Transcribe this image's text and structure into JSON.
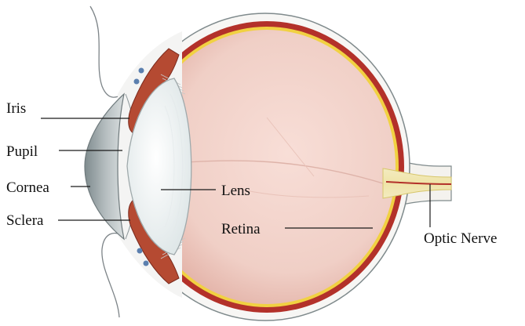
{
  "diagram": {
    "labels": {
      "iris": "Iris",
      "pupil": "Pupil",
      "cornea": "Cornea",
      "sclera": "Sclera",
      "lens": "Lens",
      "retina": "Retina",
      "optic_nerve": "Optic Nerve"
    },
    "colors": {
      "sclera_outer": "#ffffff",
      "sclera_outline": "#7f8a8c",
      "choroid": "#b3312a",
      "retina": "#f1d142",
      "vitreous": "#f3d3cc",
      "iris": "#b54a32",
      "cornea": "#9aa4a7",
      "lens": "#f5f8f8",
      "label_line": "#1a1a1a"
    }
  }
}
